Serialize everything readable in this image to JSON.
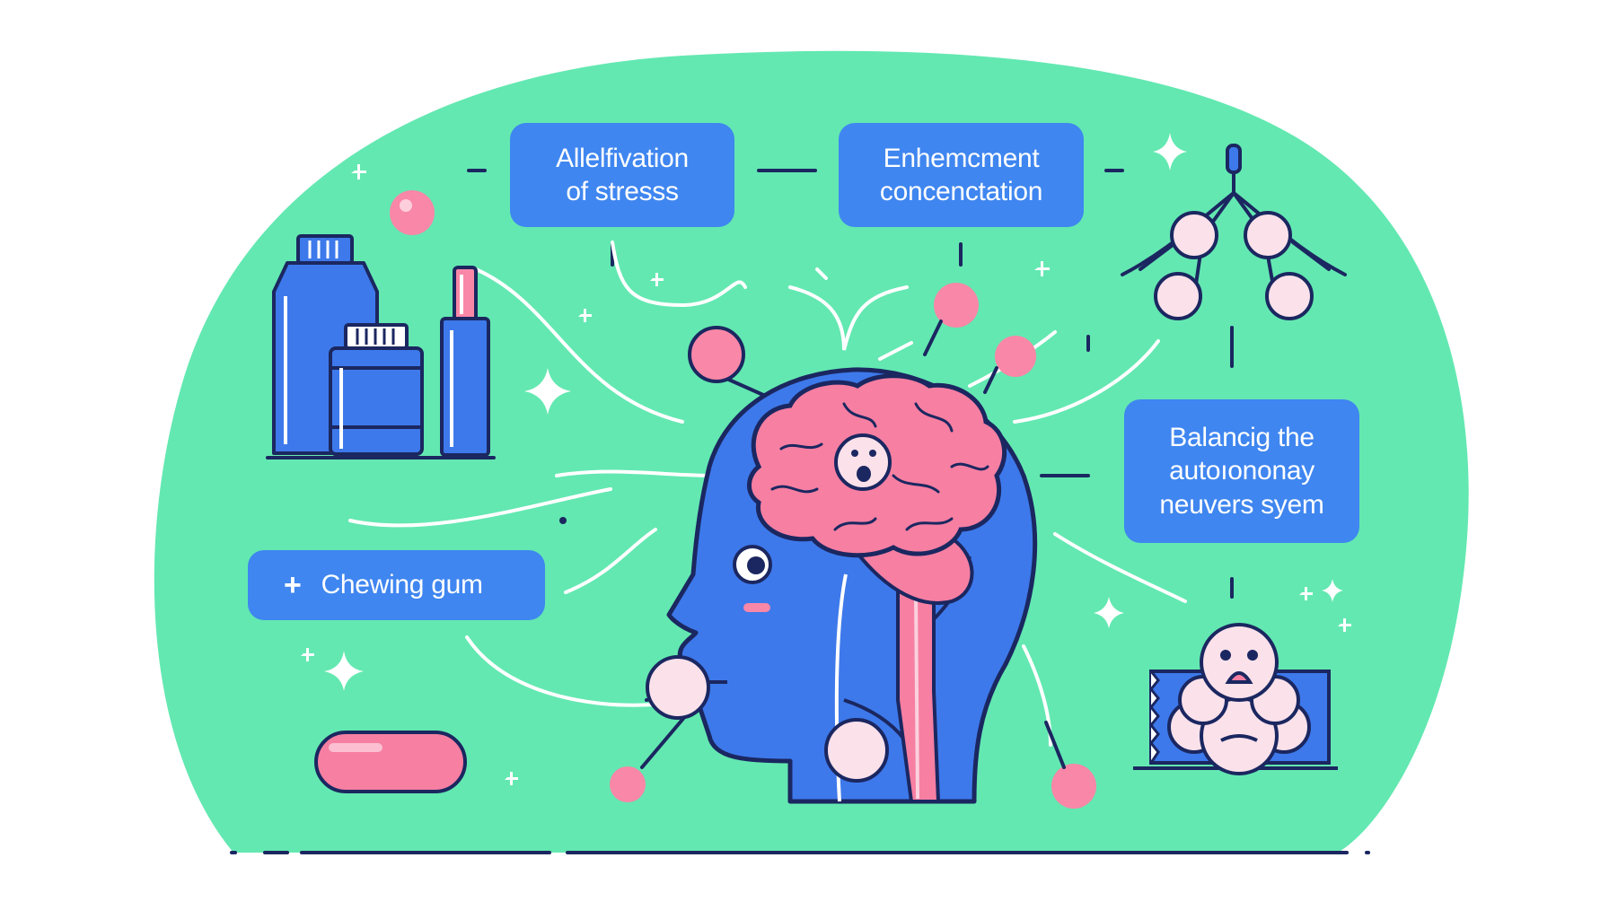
{
  "labels": {
    "stress": [
      "Allelfivation",
      "of stresss"
    ],
    "concentration": [
      "Enhemcment",
      "concenctation"
    ],
    "autonomic": [
      "Balancig the",
      "autoıononay",
      "neuvers syem"
    ],
    "gum": {
      "icon": "plus-icon",
      "text": "Chewing gum"
    }
  },
  "colors": {
    "background": "#ffffff",
    "blob": "#63e8b1",
    "label": "#3f86f0",
    "head": "#3d79eb",
    "brain": "#f67fa2",
    "gum_ball": "#f987a7",
    "outline": "#1b2760"
  },
  "icons": [
    "medicine-bottle-icon",
    "lip-balm-icon",
    "gum-stick-icon",
    "molecule-cluster-icon",
    "gum-character-icon",
    "sparkle-icon",
    "brain-icon",
    "head-profile-icon"
  ]
}
